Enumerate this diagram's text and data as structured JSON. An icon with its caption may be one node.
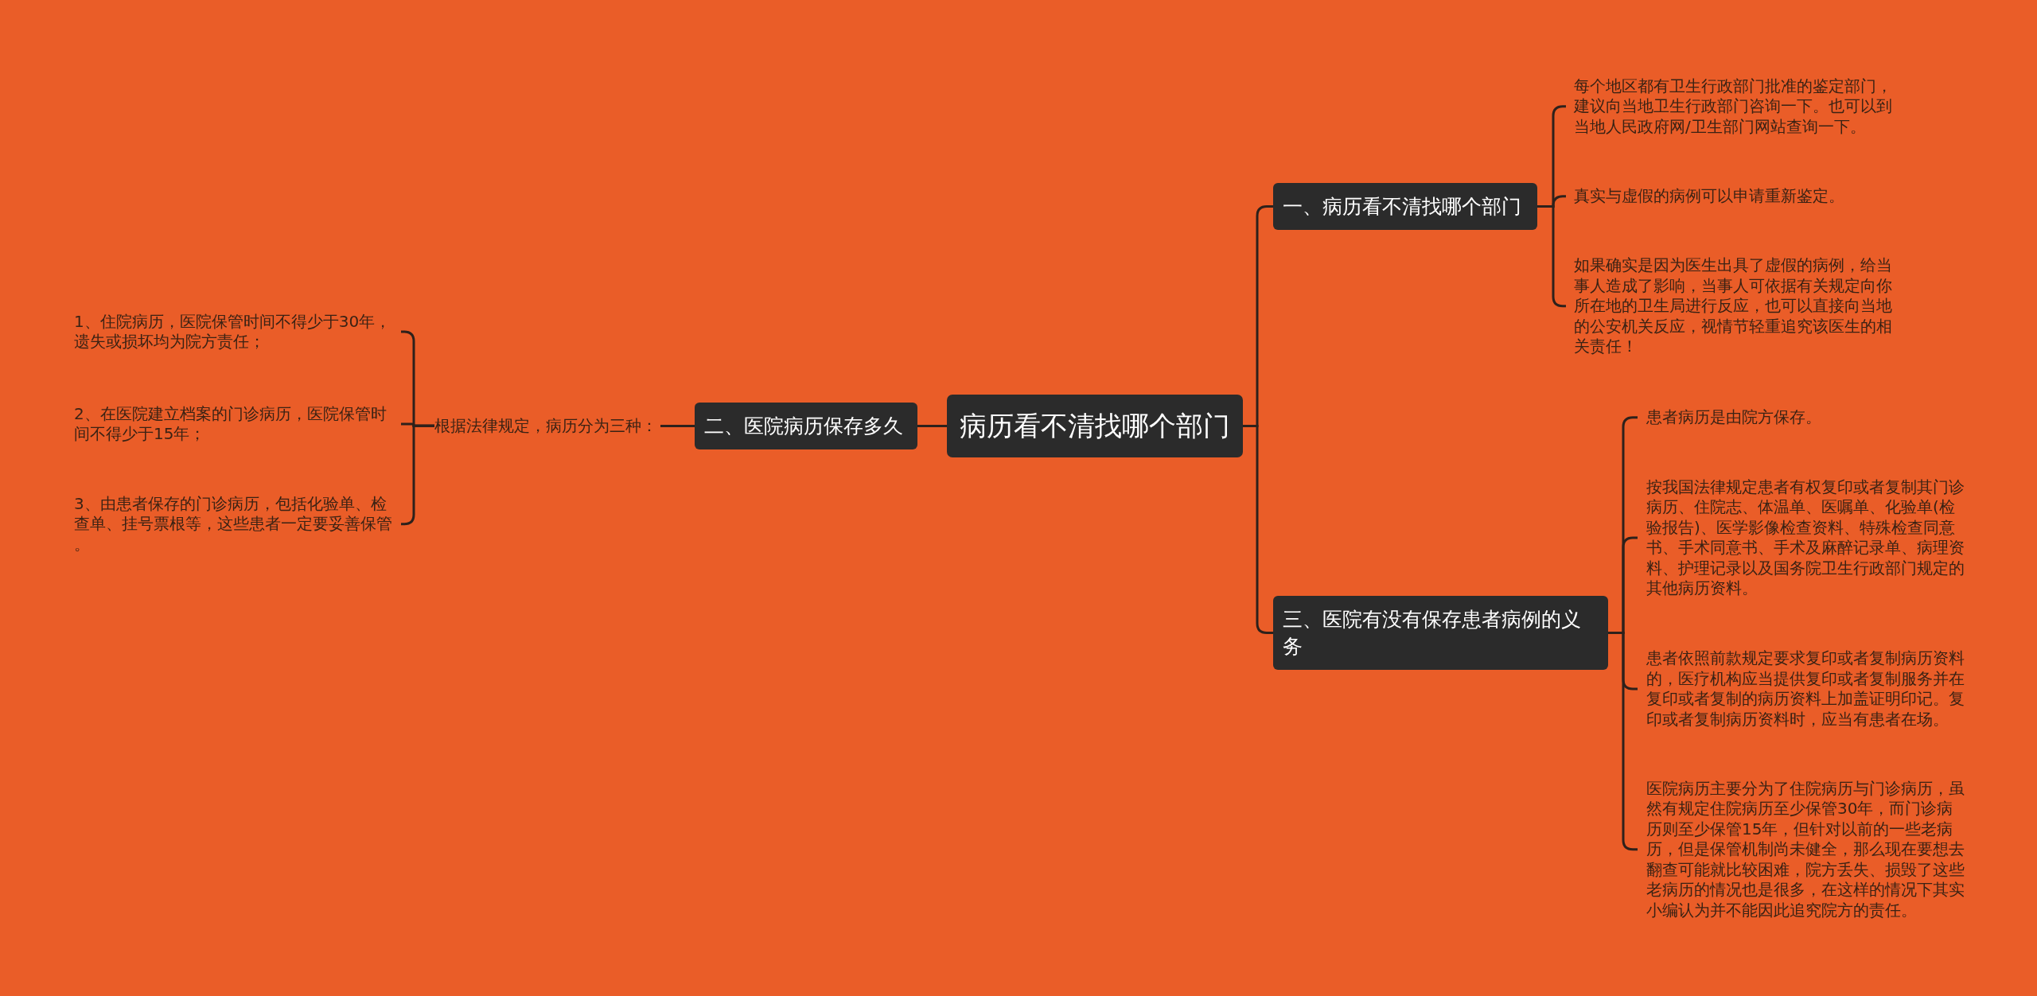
{
  "diagram": {
    "nodes": [
      {
        "text": [
          "病历看不清找哪个部门"
        ]
      },
      {
        "text": [
          "一、病历看不清找哪个部门"
        ]
      },
      {
        "text": [
          "每个地区都有卫生行政部门批准的鉴定部门，建议向当地卫生行政部门咨询一下。也可以到当地人民政府网/卫生部门网站查询一下。"
        ]
      },
      {
        "text": [
          "真实与虚假的病例可以申请重新鉴定。"
        ]
      },
      {
        "text": [
          "如果确实是因为医生出具了虚假的病例，给当事人造成了影响，当事人可依据有关规定向你所在地的卫生局进行反应，也可以直接向当地的公安机关反应，视情节轻重追究该医生的相关责任！"
        ]
      },
      {
        "text": [
          "二、医院病历保存多久"
        ]
      },
      {
        "text": [
          "根据法律规定，病历分为三种："
        ]
      },
      {
        "text": [
          "1、住院病历，医院保管时间不得少于30年，遗失或损坏均为院方责任；"
        ]
      },
      {
        "text": [
          "2、在医院建立档案的门诊病历，医院保管时间不得少于15年；"
        ]
      },
      {
        "text": [
          "3、由患者保存的门诊病历，包括化验单、检查单、挂号票根等，这些患者一定要妥善保管。"
        ]
      },
      {
        "text": [
          "三、医院有没有保存患者病例的义务"
        ]
      },
      {
        "text": [
          "患者病历是由院方保存。"
        ]
      },
      {
        "text": [
          "按我国法律规定患者有权复印或者复制其门诊病历、住院志、体温单、医嘱单、化验单(检验报告)、医学影像检查资料、特殊检查同意书、手术同意书、手术及麻醉记录单、病理资料、护理记录以及国务院卫生行政部门规定的其他病历资料。"
        ]
      },
      {
        "text": [
          "患者依照前款规定要求复印或者复制病历资料的，医疗机构应当提供复印或者复制服务并在复印或者复制的病历资料上加盖证明印记。复印或者复制病历资料时，应当有患者在场。"
        ]
      },
      {
        "text": [
          "医院病历主要分为了住院病历与门诊病历，虽然有规定住院病历至少保管30年，而门诊病历则至少保管15年，但针对以前的一些老病历，但是保管机制尚未健全，那么现在要想去翻查可能就比较困难，院方丢失、损毁了这些老病历的情况也是很多，在这样的情况下其实小编认为并不能因此追究院方的责任。"
        ]
      }
    ],
    "edges": [
      {
        "from": 0,
        "to": 1,
        "arrow": "none"
      },
      {
        "from": 1,
        "to": 2,
        "arrow": "none"
      },
      {
        "from": 1,
        "to": 3,
        "arrow": "none"
      },
      {
        "from": 1,
        "to": 4,
        "arrow": "none"
      },
      {
        "from": 0,
        "to": 5,
        "arrow": "none"
      },
      {
        "from": 5,
        "to": 6,
        "arrow": "none"
      },
      {
        "from": 6,
        "to": 7,
        "arrow": "none"
      },
      {
        "from": 6,
        "to": 8,
        "arrow": "none"
      },
      {
        "from": 6,
        "to": 9,
        "arrow": "none"
      },
      {
        "from": 0,
        "to": 10,
        "arrow": "none"
      },
      {
        "from": 10,
        "to": 11,
        "arrow": "none"
      },
      {
        "from": 10,
        "to": 12,
        "arrow": "none"
      },
      {
        "from": 10,
        "to": 13,
        "arrow": "none"
      },
      {
        "from": 10,
        "to": 14,
        "arrow": "none"
      }
    ]
  }
}
